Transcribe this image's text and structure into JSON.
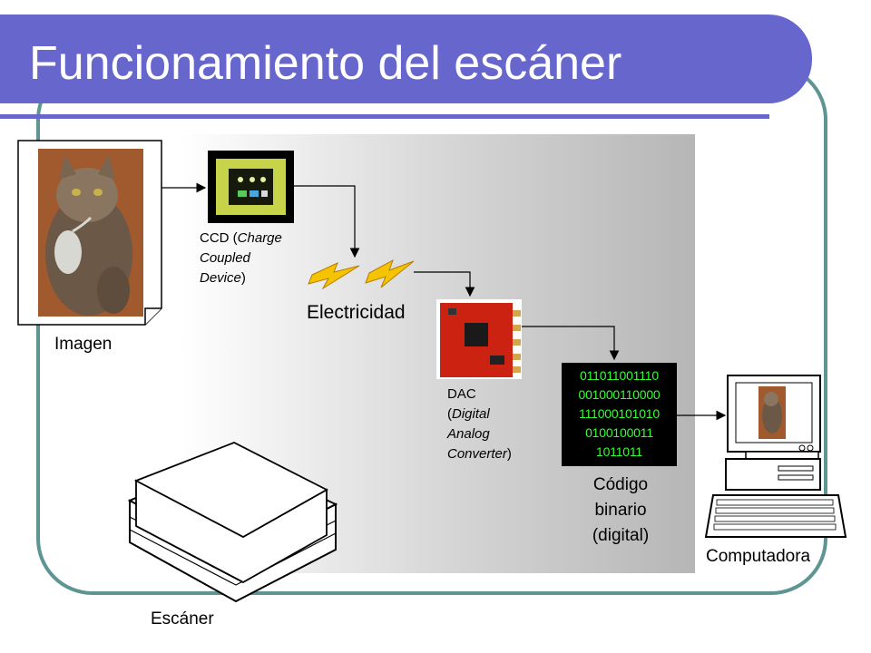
{
  "title": "Funcionamiento del escáner",
  "labels": {
    "image": "Imagen",
    "ccd_prefix": "CCD (",
    "ccd_line1_italic": "Charge",
    "ccd_line2": "Coupled",
    "ccd_line3_italic": "Device",
    "ccd_suffix": ")",
    "electricity": "Electricidad",
    "dac_line1": "DAC",
    "dac_line2_open": "(",
    "dac_line2_italic": "Digital",
    "dac_line3": "Analog",
    "dac_line4_italic": "Converter",
    "dac_line4_close": ")",
    "binary_code_line1": "Código",
    "binary_code_line2": "binario",
    "binary_code_line3": "(digital)",
    "computer": "Computadora",
    "scanner": "Escáner"
  },
  "binary_lines": [
    "011011001110",
    "001000110000",
    "111000101010",
    "0100100011",
    "1011011"
  ],
  "colors": {
    "title_bar": "#6666cc",
    "frame": "#5e9492",
    "binary_text": "#33ff33",
    "ccd_chip": "#c7d44a",
    "dac_board": "#cc2211",
    "lightning": "#f5c400"
  }
}
